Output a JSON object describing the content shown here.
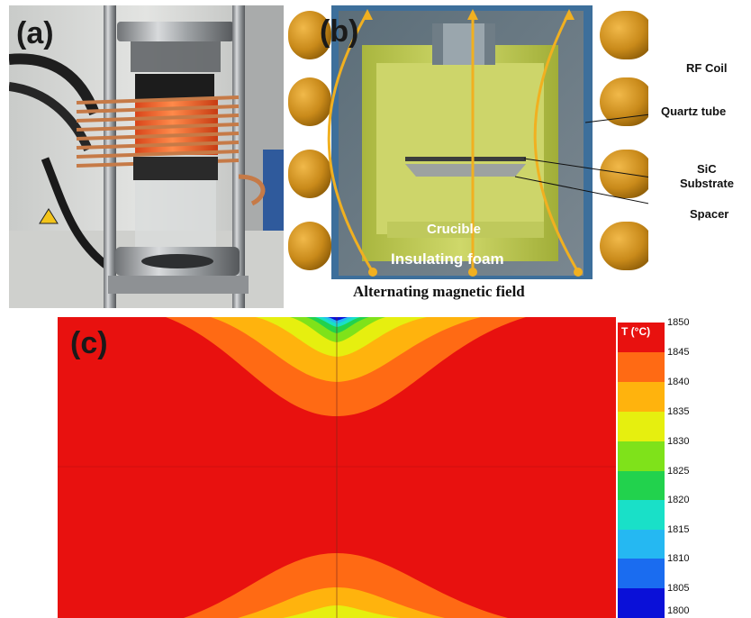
{
  "panels": {
    "a": {
      "label": "(a)"
    },
    "b": {
      "label": "(b)",
      "callouts": {
        "rf_coil": "RF Coil",
        "quartz_tube": "Quartz tube",
        "sic": "SiC",
        "substrate": "Substrate",
        "spacer": "Spacer",
        "crucible": "Crucible",
        "insulating_foam": "Insulating foam"
      },
      "caption": "Alternating magnetic field"
    },
    "c": {
      "label": "(c)"
    }
  },
  "colorbar": {
    "title": "T (°C)",
    "ticks": [
      "1850",
      "1845",
      "1840",
      "1835",
      "1830",
      "1825",
      "1820",
      "1815",
      "1810",
      "1805",
      "1800"
    ],
    "levels": [
      {
        "range": "1845-1850",
        "color": "#e8110f"
      },
      {
        "range": "1840-1845",
        "color": "#ff6a14"
      },
      {
        "range": "1835-1840",
        "color": "#ffb30d"
      },
      {
        "range": "1830-1835",
        "color": "#e6ef0f"
      },
      {
        "range": "1825-1830",
        "color": "#7fe21a"
      },
      {
        "range": "1820-1825",
        "color": "#22d24d"
      },
      {
        "range": "1815-1820",
        "color": "#19e0c8"
      },
      {
        "range": "1810-1815",
        "color": "#25b8f2"
      },
      {
        "range": "1805-1810",
        "color": "#1a6cf0"
      },
      {
        "range": "1800-1805",
        "color": "#0a10d8"
      }
    ]
  }
}
